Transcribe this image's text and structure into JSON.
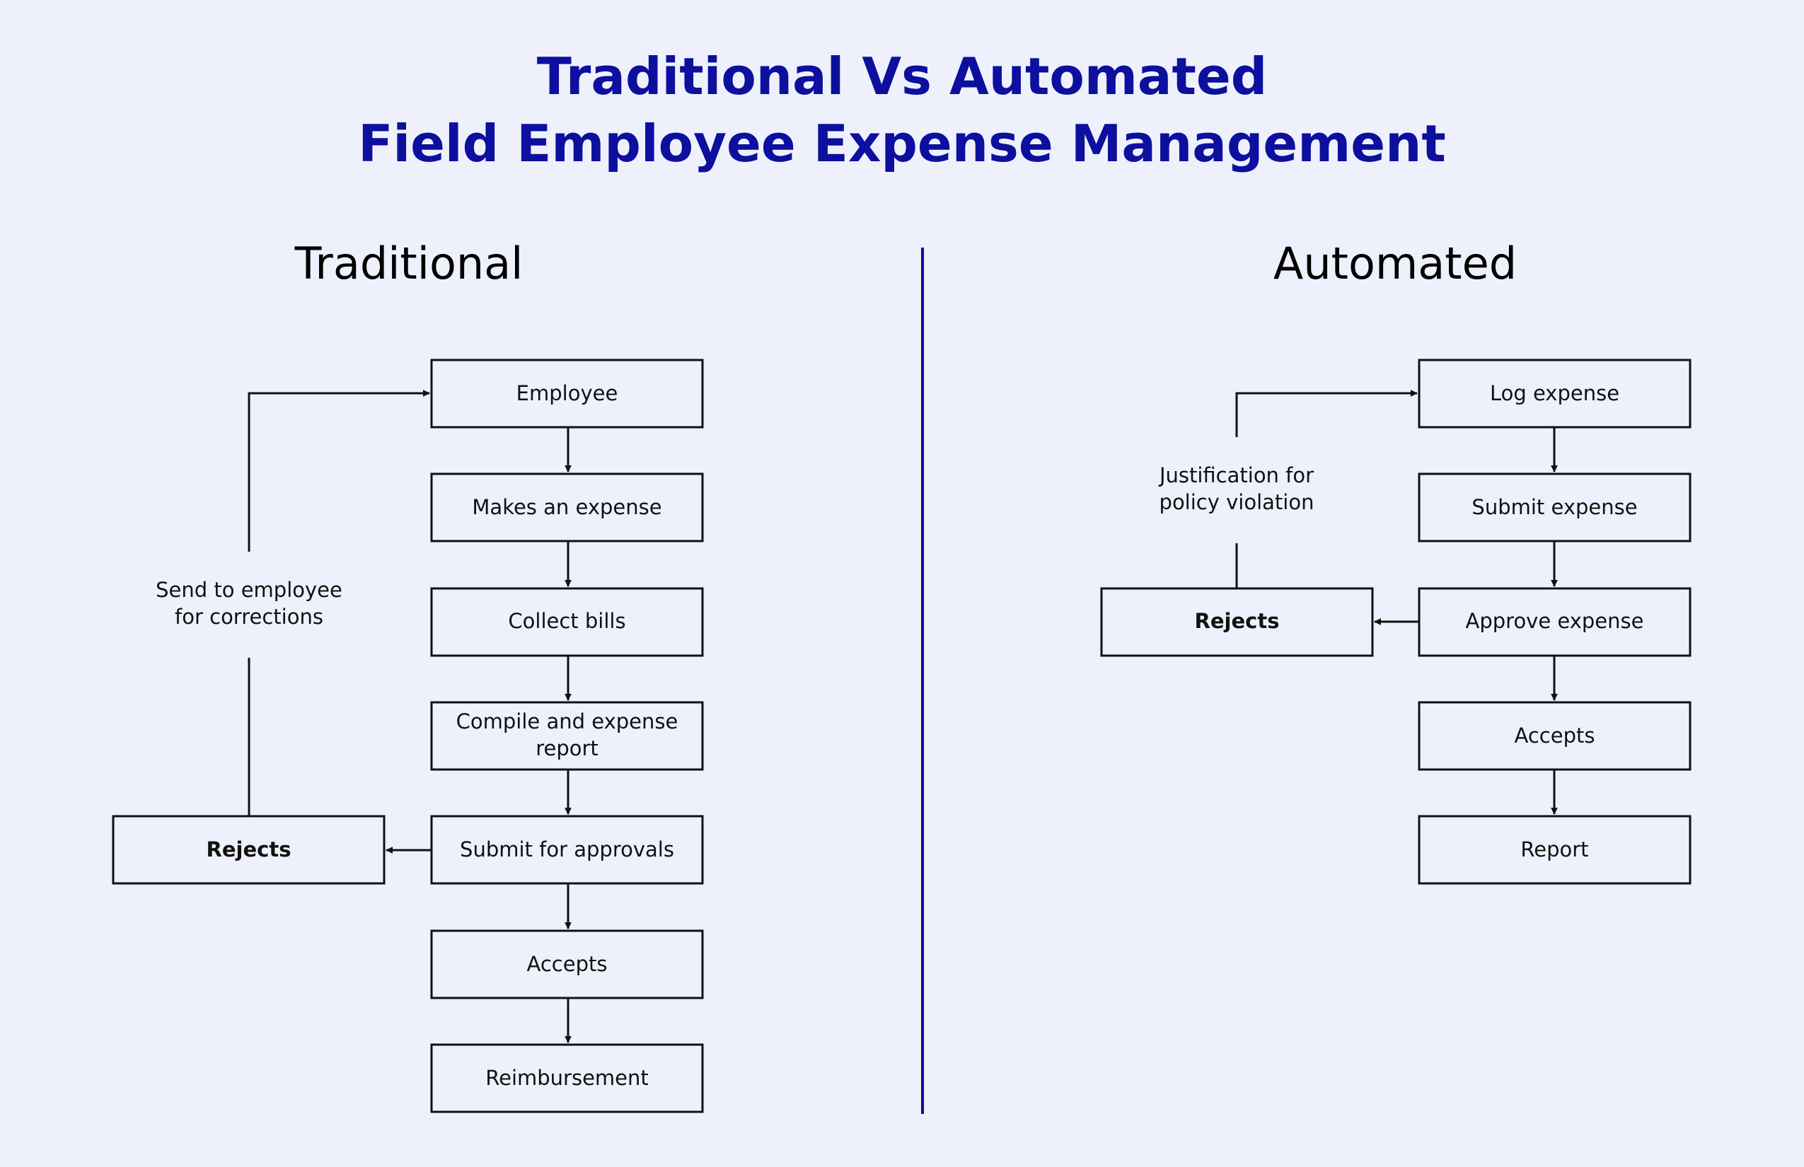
{
  "header": {
    "title_line1": "Traditional Vs Automated",
    "title_line2": "Field Employee Expense Management"
  },
  "colors": {
    "title": "#0d0f9e",
    "divider": "#0d0f9e",
    "background": "#eef1fb",
    "stroke": "#111111"
  },
  "traditional": {
    "heading": "Traditional",
    "steps": {
      "employee": "Employee",
      "makes_expense": "Makes an expense",
      "collect_bills": "Collect bills",
      "compile_line1": "Compile and expense",
      "compile_line2": "report",
      "submit": "Submit for approvals",
      "accepts": "Accepts",
      "reimbursement": "Reimbursement",
      "rejects": "Rejects"
    },
    "loop_label_line1": "Send to employee",
    "loop_label_line2": "for corrections"
  },
  "automated": {
    "heading": "Automated",
    "steps": {
      "log_expense": "Log expense",
      "submit_expense": "Submit expense",
      "approve_expense": "Approve expense",
      "accepts": "Accepts",
      "report": "Report",
      "rejects": "Rejects"
    },
    "loop_label_line1": "Justification for",
    "loop_label_line2": "policy violation"
  }
}
